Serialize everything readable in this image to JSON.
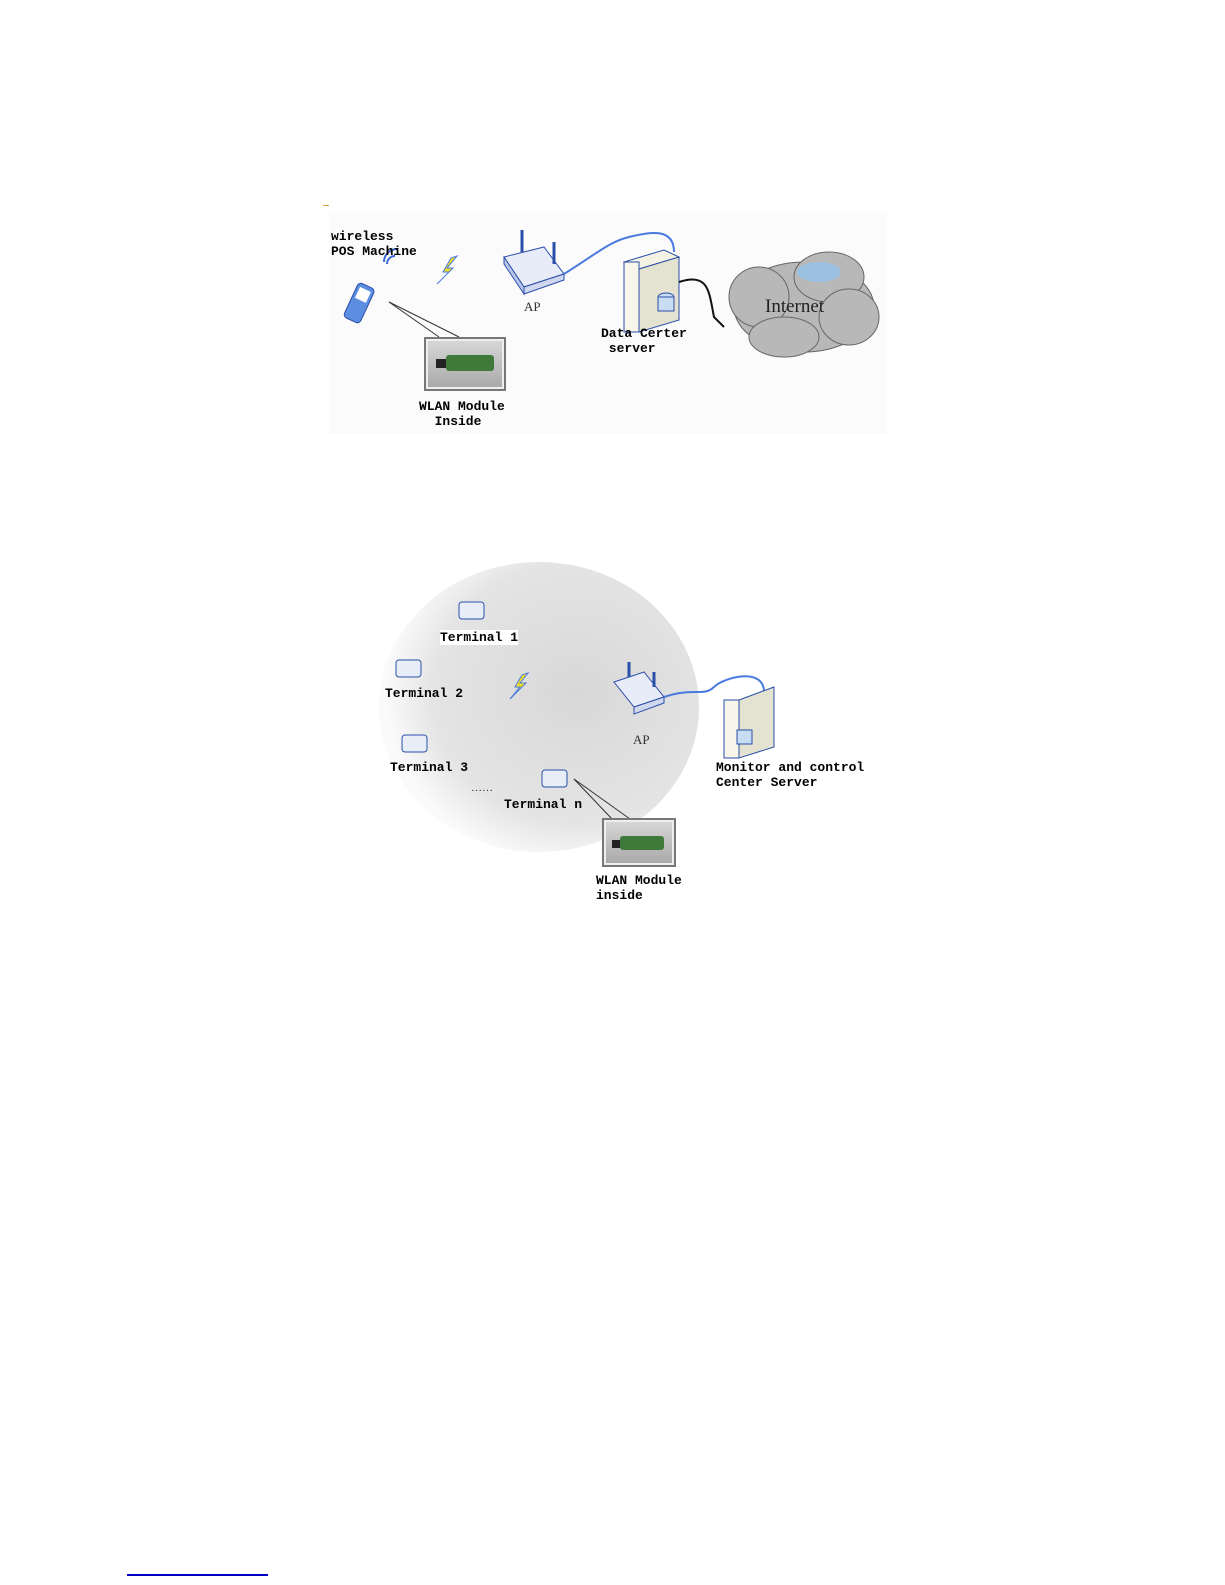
{
  "figure1": {
    "pos_label": "wireless\nPOS Machine",
    "ap_label": "AP",
    "server_label": "Data Certer\n server",
    "internet_label": "Internet",
    "module_label": "WLAN Module\n  Inside"
  },
  "figure2": {
    "terminals": [
      "Terminal 1",
      "Terminal 2",
      "Terminal 3",
      "Terminal n"
    ],
    "ellipsis": "……",
    "ap_label": "AP",
    "server_label": "Monitor and control\nCenter Server",
    "module_label": "WLAN Module\ninside"
  },
  "colors": {
    "link": "#0000c8",
    "cable": "#4a7adf",
    "lightning": "#f0e020"
  }
}
